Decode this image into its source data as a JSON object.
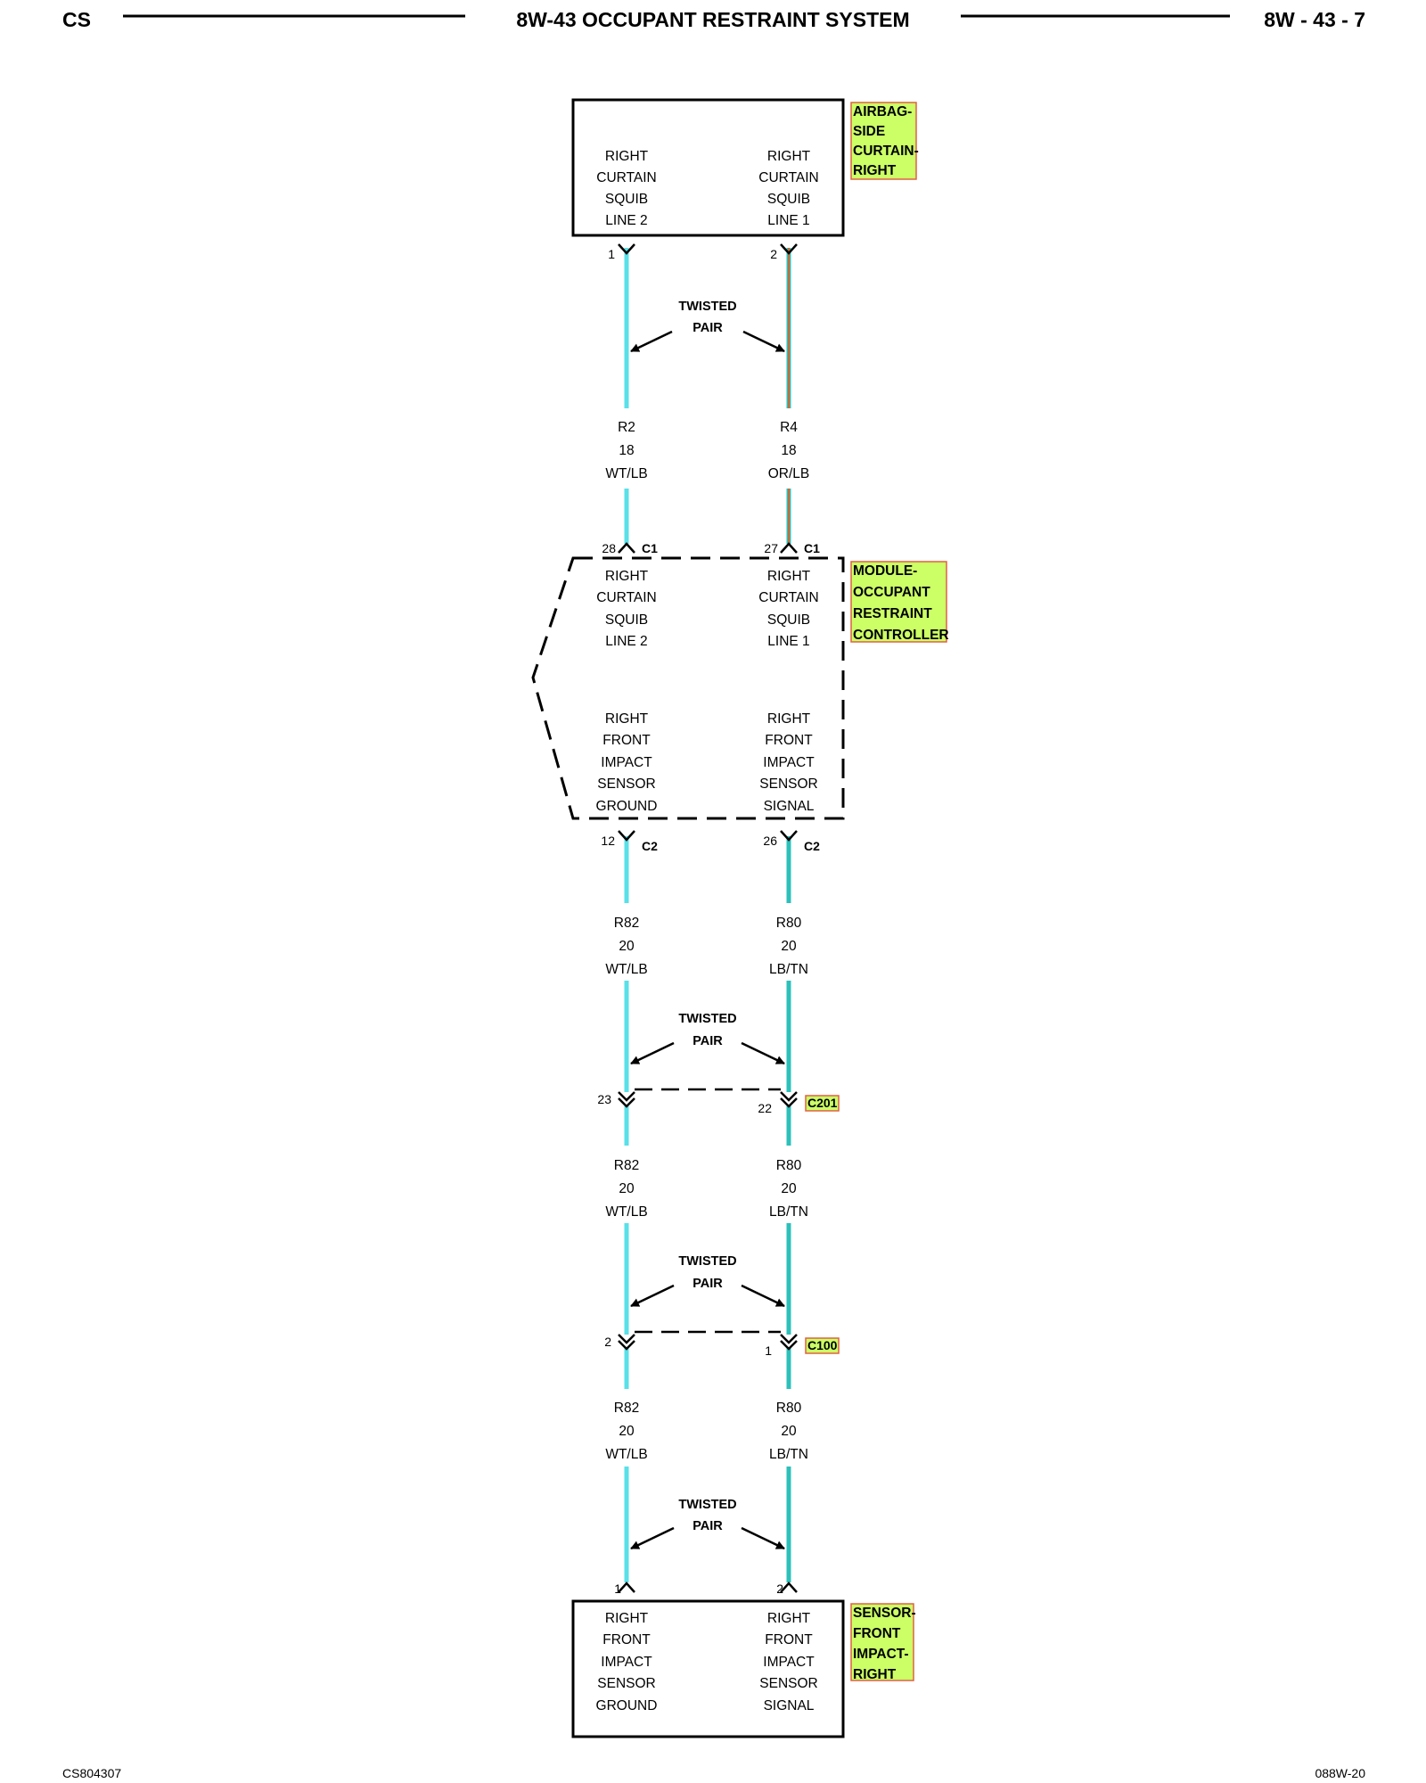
{
  "header": {
    "left": "CS",
    "title": "8W-43 OCCUPANT RESTRAINT SYSTEM",
    "right": "8W - 43 - 7"
  },
  "footer": {
    "left": "CS804307",
    "right": "088W-20"
  },
  "colors": {
    "wt_lb": "#59e0e8",
    "or_lb": "#d0682e",
    "lb_tn": "#2cc0bb",
    "tag_fill": "#ccff66",
    "tag_border": "#e06040"
  },
  "components": {
    "airbag": {
      "tag": [
        "AIRBAG-",
        "SIDE",
        "CURTAIN-",
        "RIGHT"
      ],
      "left_circuit": [
        "RIGHT",
        "CURTAIN",
        "SQUIB",
        "LINE 2"
      ],
      "right_circuit": [
        "RIGHT",
        "CURTAIN",
        "SQUIB",
        "LINE 1"
      ],
      "left_pin": "1",
      "right_pin": "2"
    },
    "controller": {
      "tag": [
        "MODULE-",
        "OCCUPANT",
        "RESTRAINT",
        "CONTROLLER"
      ],
      "upper_left": [
        "RIGHT",
        "CURTAIN",
        "SQUIB",
        "LINE 2"
      ],
      "upper_right": [
        "RIGHT",
        "CURTAIN",
        "SQUIB",
        "LINE 1"
      ],
      "lower_left": [
        "RIGHT",
        "FRONT",
        "IMPACT",
        "SENSOR",
        "GROUND"
      ],
      "lower_right": [
        "RIGHT",
        "FRONT",
        "IMPACT",
        "SENSOR",
        "SIGNAL"
      ],
      "c1_left_pin": "28",
      "c1_right_pin": "27",
      "c1_label": "C1",
      "c2_left_pin": "12",
      "c2_right_pin": "26",
      "c2_label": "C2"
    },
    "sensor": {
      "tag": [
        "SENSOR-",
        "FRONT",
        "IMPACT-",
        "RIGHT"
      ],
      "left_circuit": [
        "RIGHT",
        "FRONT",
        "IMPACT",
        "SENSOR",
        "GROUND"
      ],
      "right_circuit": [
        "RIGHT",
        "FRONT",
        "IMPACT",
        "SENSOR",
        "SIGNAL"
      ],
      "left_pin": "1",
      "right_pin": "2"
    }
  },
  "wires": {
    "seg1": {
      "left": [
        "R2",
        "18",
        "WT/LB"
      ],
      "right": [
        "R4",
        "18",
        "OR/LB"
      ]
    },
    "seg2": {
      "left": [
        "R82",
        "20",
        "WT/LB"
      ],
      "right": [
        "R80",
        "20",
        "LB/TN"
      ]
    },
    "seg3": {
      "left": [
        "R82",
        "20",
        "WT/LB"
      ],
      "right": [
        "R80",
        "20",
        "LB/TN"
      ]
    },
    "seg4": {
      "left": [
        "R82",
        "20",
        "WT/LB"
      ],
      "right": [
        "R80",
        "20",
        "LB/TN"
      ]
    }
  },
  "twisted_pair": [
    "TWISTED",
    "PAIR"
  ],
  "inline_connectors": {
    "c201": {
      "label": "C201",
      "left_pin": "23",
      "right_pin": "22"
    },
    "c100": {
      "label": "C100",
      "left_pin": "2",
      "right_pin": "1"
    }
  }
}
